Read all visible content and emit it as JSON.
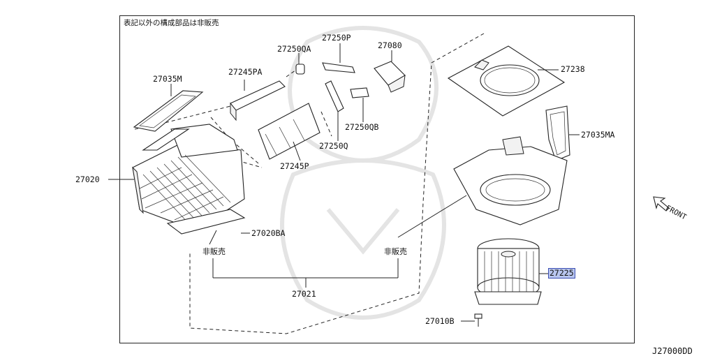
{
  "note_text": "表記以外の構成部品は非販売",
  "labels": {
    "p27035M": "27035M",
    "p27245PA": "27245PA",
    "p27250QA": "27250QA",
    "p27250P": "27250P",
    "p27080": "27080",
    "p27238": "27238",
    "p27250QB": "27250QB",
    "p27250Q": "27250Q",
    "p27245P": "27245P",
    "p27035MA": "27035MA",
    "p27020": "27020",
    "p27020BA": "27020BA",
    "p27225": "27225",
    "p27021": "27021",
    "p27010B": "27010B"
  },
  "not_sold_left": "非販売",
  "not_sold_right": "非販売",
  "front_label": "FRONT",
  "diagram_code": "J27000DD",
  "highlight_color": "#b9c6ef"
}
